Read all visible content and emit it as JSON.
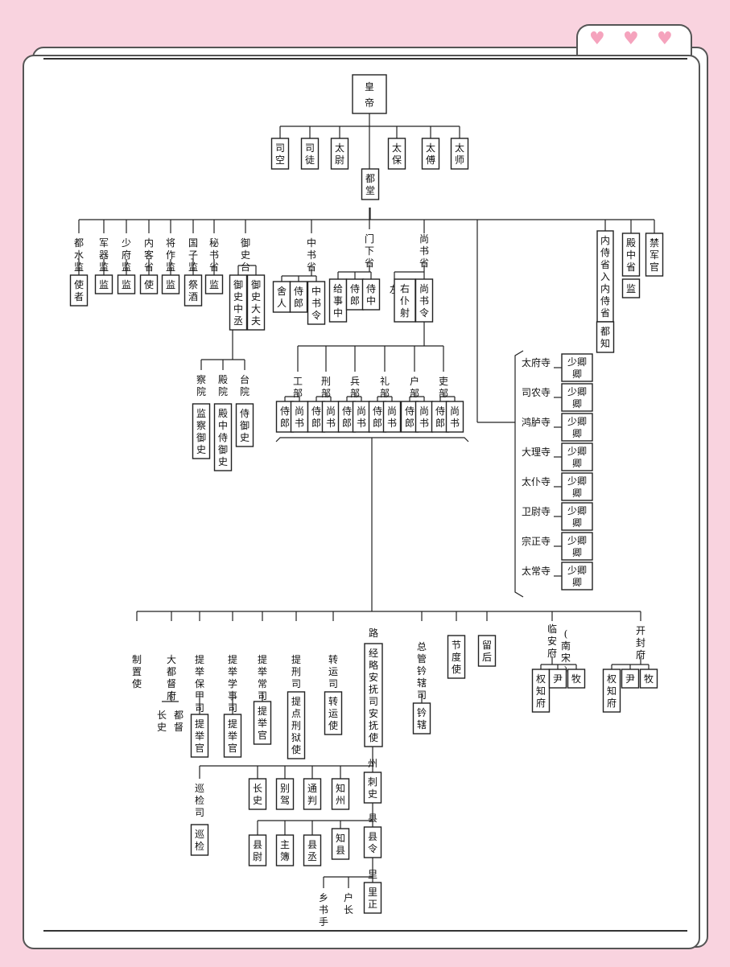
{
  "decor": {
    "hearts": [
      "heart-icon",
      "heart-icon",
      "heart-icon"
    ],
    "heart_color": "#f5a3bd",
    "background": "#f9d3df"
  },
  "nodes": [
    {
      "id": "huangdi",
      "text": "皇帝"
    },
    {
      "id": "sikong",
      "text": "司空"
    },
    {
      "id": "situ",
      "text": "司徒"
    },
    {
      "id": "taiwei",
      "text": "太尉"
    },
    {
      "id": "taibao",
      "text": "太保"
    },
    {
      "id": "taifu",
      "text": "太傅"
    },
    {
      "id": "taishi",
      "text": "太师"
    },
    {
      "id": "dutang",
      "text": "都堂"
    },
    {
      "id": "dushuijian",
      "text": "都水监"
    },
    {
      "id": "dushuijian_shi",
      "text": "使者"
    },
    {
      "id": "junqijian",
      "text": "军器监"
    },
    {
      "id": "junqijian_jian",
      "text": "监"
    },
    {
      "id": "shaofujian",
      "text": "少府监"
    },
    {
      "id": "shaofujian_jian",
      "text": "监"
    },
    {
      "id": "neikesheng",
      "text": "内客省"
    },
    {
      "id": "neikesheng_shi",
      "text": "使"
    },
    {
      "id": "jiangzuojian",
      "text": "将作监"
    },
    {
      "id": "jiangzuojian_jian",
      "text": "监"
    },
    {
      "id": "guozijian",
      "text": "国子监"
    },
    {
      "id": "guozijian_jijiu",
      "text": "祭酒"
    },
    {
      "id": "mishusheng",
      "text": "秘书省"
    },
    {
      "id": "mishusheng_jian",
      "text": "监"
    },
    {
      "id": "yushitai",
      "text": "御史台"
    },
    {
      "id": "yushizhongcheng",
      "text": "御史中丞"
    },
    {
      "id": "yushidafu",
      "text": "御史大夫"
    },
    {
      "id": "zhongshusheng",
      "text": "中书省"
    },
    {
      "id": "sheren",
      "text": "舍人"
    },
    {
      "id": "zs_shilang",
      "text": "侍郎"
    },
    {
      "id": "zhongshuling",
      "text": "中书令"
    },
    {
      "id": "menxiasheng",
      "text": "门下省"
    },
    {
      "id": "jishizhong",
      "text": "给事中"
    },
    {
      "id": "mx_shilang",
      "text": "侍郎"
    },
    {
      "id": "shizhong",
      "text": "侍中"
    },
    {
      "id": "shangshusheng",
      "text": "尚书省"
    },
    {
      "id": "zuopushe",
      "text": "左"
    },
    {
      "id": "youpushe",
      "text": "右仆射"
    },
    {
      "id": "shangshuling",
      "text": "尚书令"
    },
    {
      "id": "neishisheng",
      "text": "内侍省入内侍省"
    },
    {
      "id": "neishi_duzhi",
      "text": "都知"
    },
    {
      "id": "dianzhongsheng",
      "text": "殿中省"
    },
    {
      "id": "dianzhongsheng_jian",
      "text": "监"
    },
    {
      "id": "jinjunguan",
      "text": "禁军官"
    },
    {
      "id": "chayuan",
      "text": "察院"
    },
    {
      "id": "jianchayushi",
      "text": "监察御史"
    },
    {
      "id": "dianyuan",
      "text": "殿院"
    },
    {
      "id": "dianzhongshiyushi",
      "text": "殿中侍御史"
    },
    {
      "id": "taiyuan",
      "text": "台院"
    },
    {
      "id": "shiyushi",
      "text": "侍御史"
    },
    {
      "id": "gongbu",
      "text": "工部"
    },
    {
      "id": "xingbu",
      "text": "刑部"
    },
    {
      "id": "bingbu",
      "text": "兵部"
    },
    {
      "id": "libu_rites",
      "text": "礼部"
    },
    {
      "id": "hubu",
      "text": "户部"
    },
    {
      "id": "libu_personnel",
      "text": "吏部"
    },
    {
      "id": "gongbu_shilang",
      "text": "侍郎"
    },
    {
      "id": "gongbu_shangshu",
      "text": "尚书"
    },
    {
      "id": "xingbu_shilang",
      "text": "侍郎"
    },
    {
      "id": "xingbu_shangshu",
      "text": "尚书"
    },
    {
      "id": "bingbu_shilang",
      "text": "侍郎"
    },
    {
      "id": "bingbu_shangshu",
      "text": "尚书"
    },
    {
      "id": "libu_rites_shilang",
      "text": "侍郎"
    },
    {
      "id": "libu_rites_shangshu",
      "text": "尚书"
    },
    {
      "id": "hubu_shilang",
      "text": "侍郎"
    },
    {
      "id": "hubu_shangshu",
      "text": "尚书"
    },
    {
      "id": "libu_personnel_shilang",
      "text": "侍郎"
    },
    {
      "id": "libu_personnel_shangshu",
      "text": "尚书"
    },
    {
      "id": "taifusi",
      "text": "太府寺"
    },
    {
      "id": "sinongsi",
      "text": "司农寺"
    },
    {
      "id": "honglusi",
      "text": "鸿胪寺"
    },
    {
      "id": "dalisi",
      "text": "大理寺"
    },
    {
      "id": "taipusi",
      "text": "太仆寺"
    },
    {
      "id": "weiweisi",
      "text": "卫尉寺"
    },
    {
      "id": "zongzhengsi",
      "text": "宗正寺"
    },
    {
      "id": "taichangsi",
      "text": "太常寺"
    },
    {
      "id": "shaoqing",
      "text": "少卿"
    },
    {
      "id": "qing",
      "text": "卿"
    },
    {
      "id": "zhizhishi",
      "text": "制置使"
    },
    {
      "id": "dadudufu",
      "text": "大都督府"
    },
    {
      "id": "dudufu_zhangshi",
      "text": "长史"
    },
    {
      "id": "dudufu_dudu",
      "text": "都督"
    },
    {
      "id": "tijubaojiasi",
      "text": "提举保甲司"
    },
    {
      "id": "tijubaojiasi_guan",
      "text": "提举官"
    },
    {
      "id": "tijuxueshisi",
      "text": "提举学事司"
    },
    {
      "id": "tijuxueshisi_guan",
      "text": "提举官"
    },
    {
      "id": "tijuchangsi",
      "text": "提举常司"
    },
    {
      "id": "tijuchangsi_guan",
      "text": "提举官"
    },
    {
      "id": "tixingsi",
      "text": "提刑司"
    },
    {
      "id": "tidianxingyushi",
      "text": "提点刑狱使"
    },
    {
      "id": "zhuanyunsi",
      "text": "转运司"
    },
    {
      "id": "zhuanyunshi",
      "text": "转运使"
    },
    {
      "id": "lu",
      "text": "路"
    },
    {
      "id": "jinglueanfusi",
      "text": "经略安抚司安抚使"
    },
    {
      "id": "zongguanqianxiasi",
      "text": "总管钤辖司"
    },
    {
      "id": "qianxia",
      "text": "钤辖"
    },
    {
      "id": "jiedushi",
      "text": "节度使"
    },
    {
      "id": "liuhou",
      "text": "留后"
    },
    {
      "id": "linanfu",
      "text": "临安府"
    },
    {
      "id": "nansong",
      "text": "(南宋)"
    },
    {
      "id": "la_quanzhifu",
      "text": "权知府"
    },
    {
      "id": "la_yin",
      "text": "尹"
    },
    {
      "id": "la_mu",
      "text": "牧"
    },
    {
      "id": "kaifengfu",
      "text": "开封府"
    },
    {
      "id": "kf_quanzhifu",
      "text": "权知府"
    },
    {
      "id": "kf_yin",
      "text": "尹"
    },
    {
      "id": "kf_mu",
      "text": "牧"
    },
    {
      "id": "zhou",
      "text": "州"
    },
    {
      "id": "xunjiansi",
      "text": "巡检司"
    },
    {
      "id": "xunjian",
      "text": "巡检"
    },
    {
      "id": "zhou_zhangshi",
      "text": "长史"
    },
    {
      "id": "biejia",
      "text": "别驾"
    },
    {
      "id": "tongpan",
      "text": "通判"
    },
    {
      "id": "zhizhou",
      "text": "知州"
    },
    {
      "id": "cishi",
      "text": "刺史"
    },
    {
      "id": "xian",
      "text": "县"
    },
    {
      "id": "xianwei",
      "text": "县尉"
    },
    {
      "id": "zhubu",
      "text": "主簿"
    },
    {
      "id": "xiancheng",
      "text": "县丞"
    },
    {
      "id": "zhixian",
      "text": "知县"
    },
    {
      "id": "xianling",
      "text": "县令"
    },
    {
      "id": "li",
      "text": "里"
    },
    {
      "id": "xiangshushou",
      "text": "乡书手"
    },
    {
      "id": "huzhang",
      "text": "户长"
    },
    {
      "id": "lizheng",
      "text": "里正"
    }
  ]
}
